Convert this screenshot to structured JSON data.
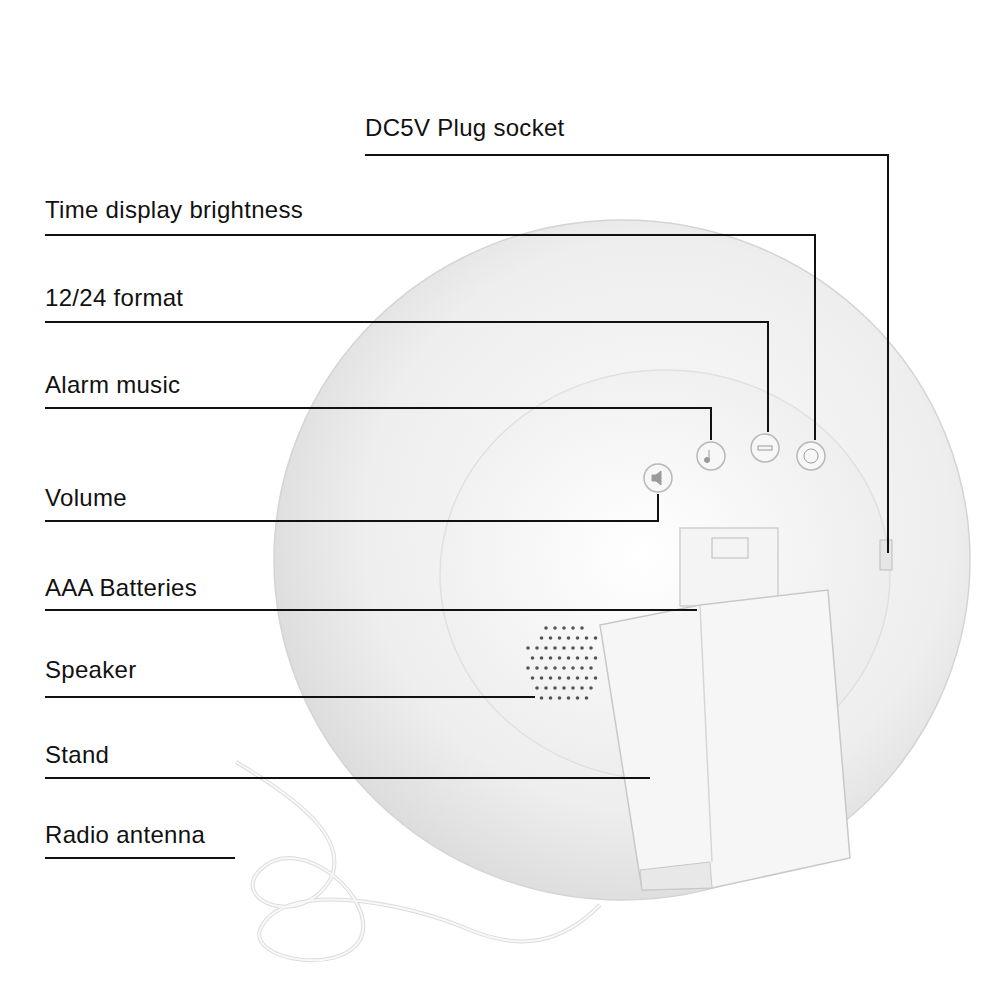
{
  "diagram": {
    "labels": [
      "DC5V Plug socket",
      "Time display brightness",
      "12/24 format",
      "Alarm music",
      "Volume",
      "AAA Batteries",
      "Speaker",
      "Stand",
      "Radio antenna"
    ]
  }
}
